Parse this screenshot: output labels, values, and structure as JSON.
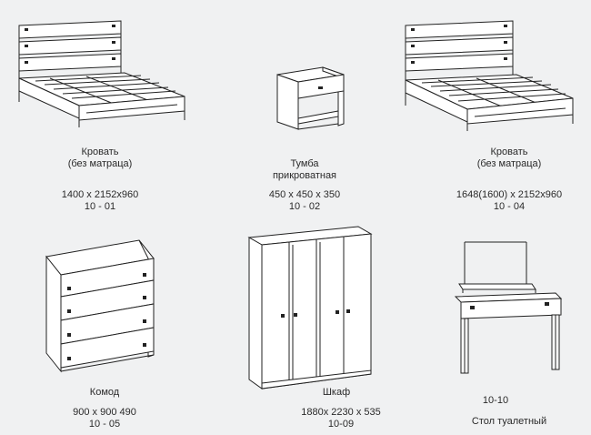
{
  "catalog": {
    "items": [
      {
        "name": "Кровать",
        "name2": "(без матраца)",
        "size": "1400 x 2152x960",
        "code": "10 - 01"
      },
      {
        "name": "Тумба",
        "name2": "прикроватная",
        "size": "450 x 450 x 350",
        "code": "10 - 02"
      },
      {
        "name": "Кровать",
        "name2": "(без матраца)",
        "size": "1648(1600) x 2152x960",
        "code": "10 - 04"
      },
      {
        "name": "Комод",
        "size": "900 x 900 490",
        "code": "10 - 05"
      },
      {
        "name": "Шкаф",
        "size": "1880x 2230 x 535",
        "code": "10-09"
      },
      {
        "name": "Стол туалетный",
        "code": "10-10"
      }
    ]
  }
}
